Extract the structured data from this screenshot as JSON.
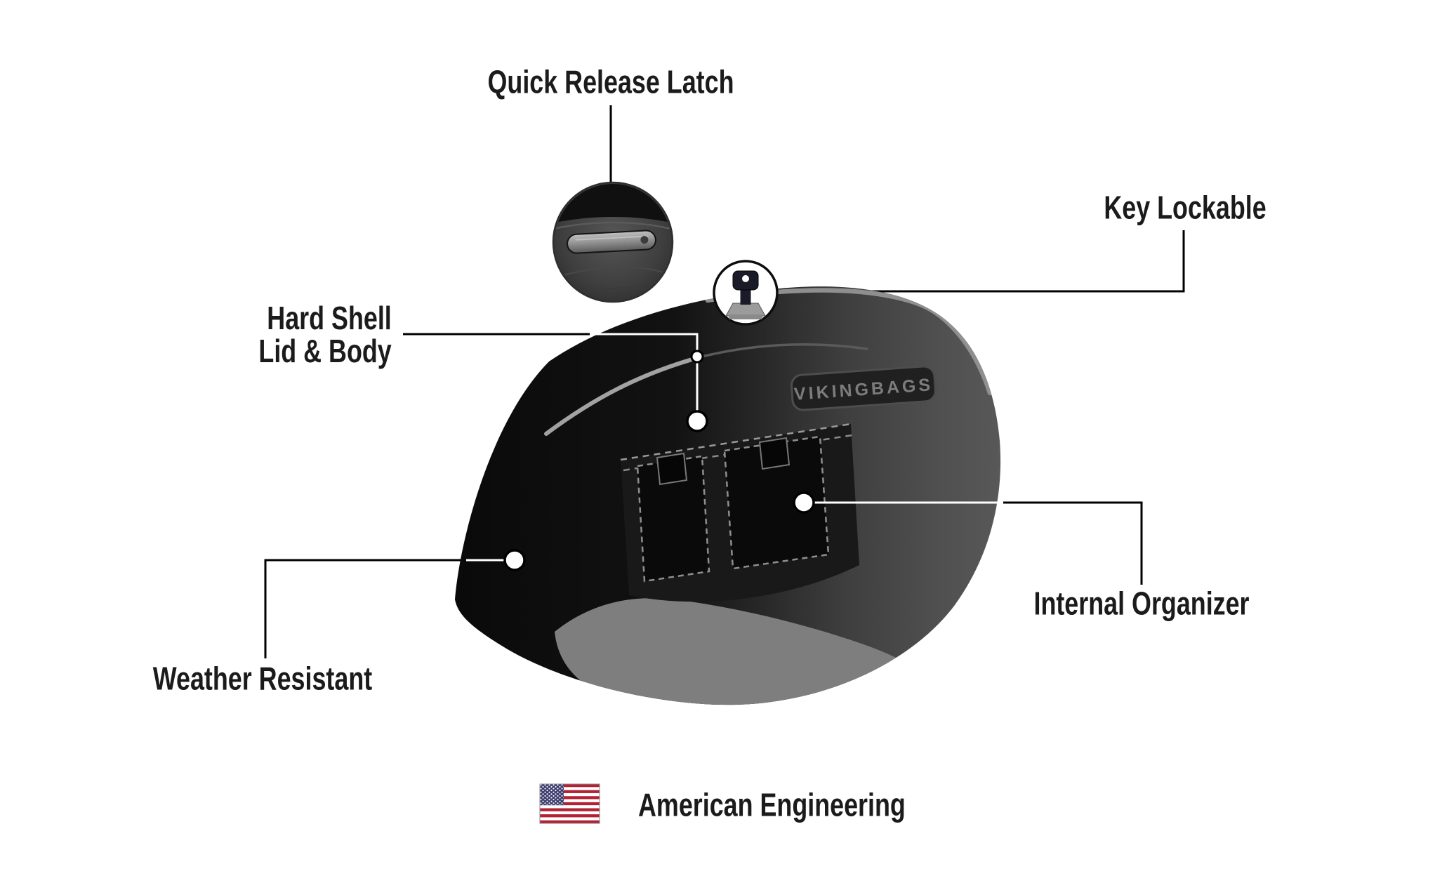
{
  "callouts": {
    "quick_release_latch": {
      "label": "Quick Release Latch"
    },
    "key_lockable": {
      "label": "Key Lockable"
    },
    "hard_shell": {
      "line1": "Hard Shell",
      "line2": "Lid & Body"
    },
    "weather_resistant": {
      "label": "Weather Resistant"
    },
    "internal_organizer": {
      "label": "Internal Organizer"
    }
  },
  "footer": {
    "label": "American Engineering"
  },
  "bag": {
    "logo_text": "VIKINGBAGS"
  },
  "icons": {
    "flag": "us-flag-icon",
    "key": "key-icon",
    "latch_inset": "quick-release-latch-inset"
  },
  "colors": {
    "text": "#1b1b1b",
    "connector": "#000000",
    "bag_dark": "#0a0a0a",
    "bag_face_light": "#585858",
    "accent_gray": "#8f8f8f",
    "flag_red": "#B22234",
    "flag_blue": "#3C3B6E"
  }
}
